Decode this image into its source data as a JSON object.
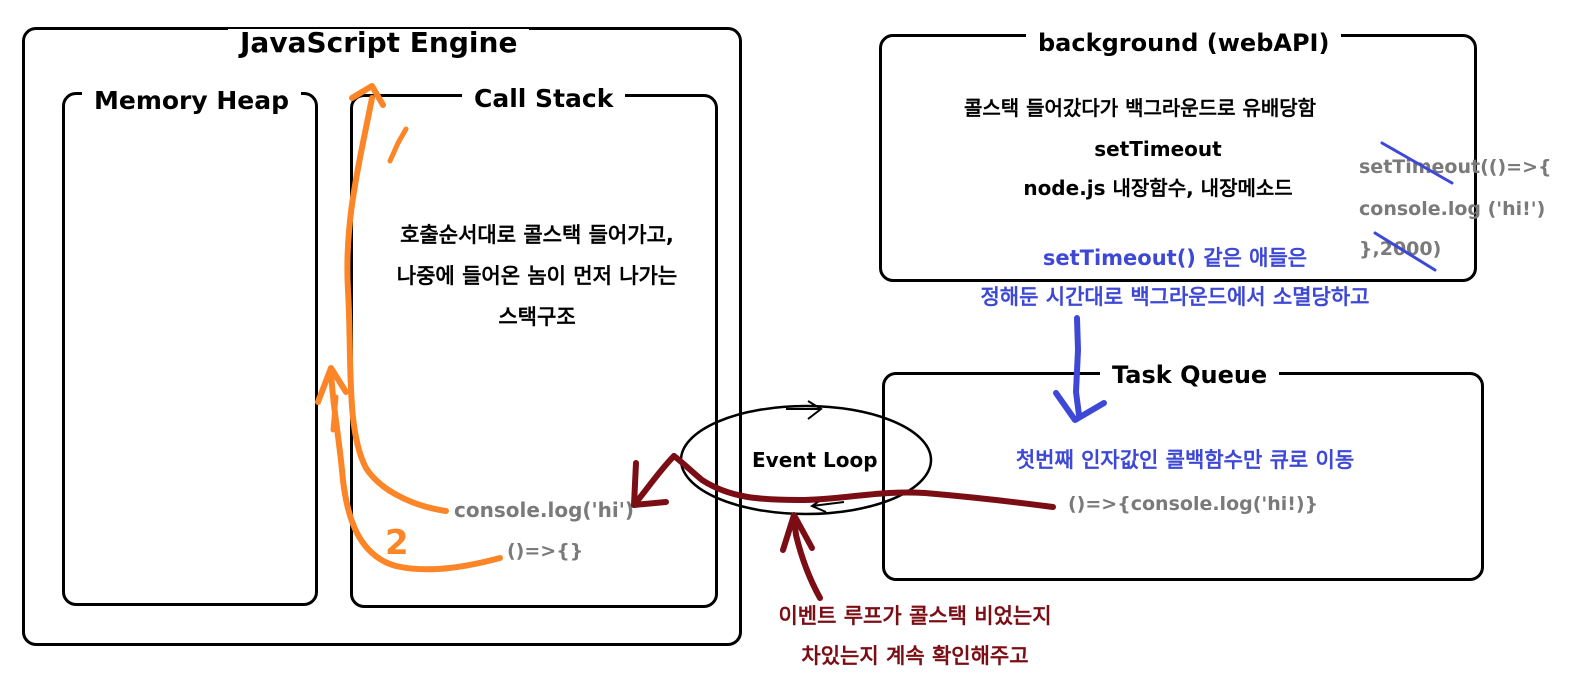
{
  "js_engine": {
    "title": "JavaScript Engine",
    "memory_heap": {
      "title": "Memory Heap"
    },
    "call_stack": {
      "title": "Call Stack",
      "description_line1": "호출순서대로 콜스택 들어가고,",
      "description_line2": "나중에 들어온 놈이 먼저 나가는",
      "description_line3": "스택구조",
      "item_console_log": "console.log('hi')",
      "item_arrow_fn": "()=>{}"
    }
  },
  "background": {
    "title": "background (webAPI)",
    "line1": "콜스택 들어갔다가 백그라운드로 유배당함",
    "line2": "setTimeout",
    "line3": "node.js 내장함수, 내장메소드",
    "code_line1": "setTimeout(()=>{",
    "code_line2": "console.log ('hi!')",
    "code_line3": "},2000)",
    "note_line1": "setTimeout() 같은 애들은",
    "note_line2": "정해둔 시간대로 백그라운드에서 소멸당하고"
  },
  "task_queue": {
    "title": "Task Queue",
    "description": "첫번째 인자값인 콜백함수만 큐로 이동",
    "item": "()=>{console.log('hi!)}"
  },
  "event_loop": {
    "label": "Event Loop",
    "note_line1": "이벤트 루프가 콜스택 비었는지",
    "note_line2": "차있는지 계속 확인해주고"
  },
  "annotations": {
    "order_number": "2"
  },
  "colors": {
    "orange_stroke": "#fb8527",
    "blue_stroke": "#3e48d6",
    "maroon_stroke": "#7a0e14",
    "gray_text": "#7a7a7a"
  }
}
